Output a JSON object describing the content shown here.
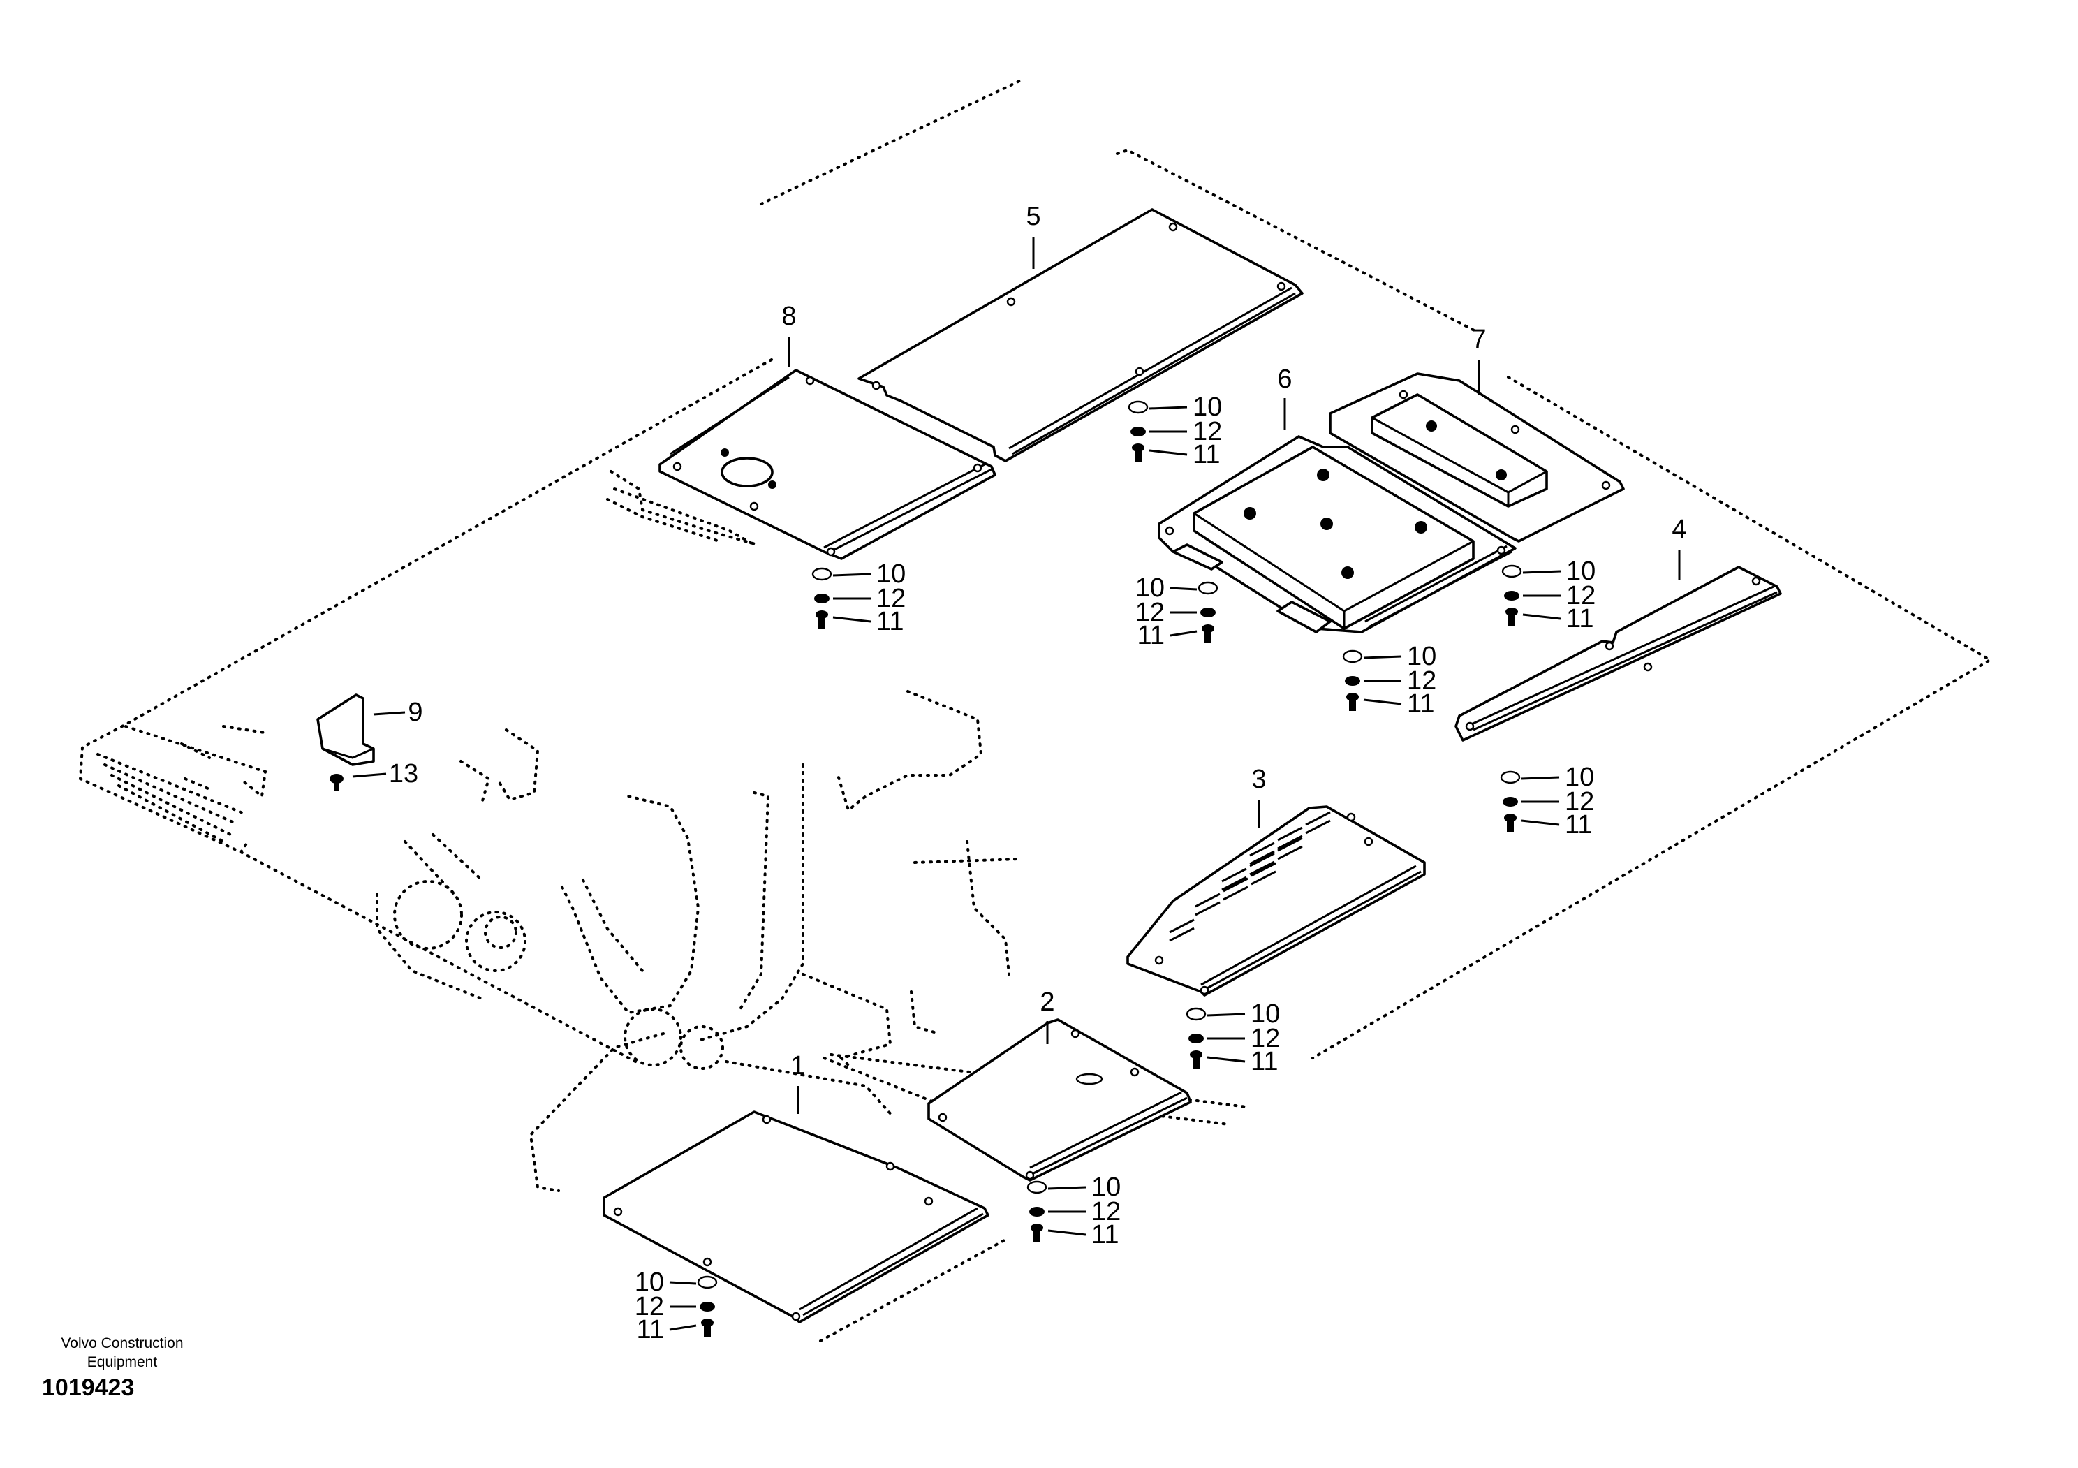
{
  "brand": {
    "line1": "Volvo Construction",
    "line2": "Equipment"
  },
  "drawing_number": "1019423",
  "parts": [
    {
      "key": "p1",
      "label": "1"
    },
    {
      "key": "p2",
      "label": "2"
    },
    {
      "key": "p3",
      "label": "3"
    },
    {
      "key": "p4",
      "label": "4"
    },
    {
      "key": "p5",
      "label": "5"
    },
    {
      "key": "p6",
      "label": "6"
    },
    {
      "key": "p7",
      "label": "7"
    },
    {
      "key": "p8",
      "label": "8"
    },
    {
      "key": "p9",
      "label": "9"
    },
    {
      "key": "p13",
      "label": "13"
    }
  ],
  "fastener_labels": {
    "washer": "10",
    "lock_washer": "12",
    "bolt": "11"
  },
  "colors": {
    "ink": "#000000",
    "paper": "#ffffff"
  }
}
